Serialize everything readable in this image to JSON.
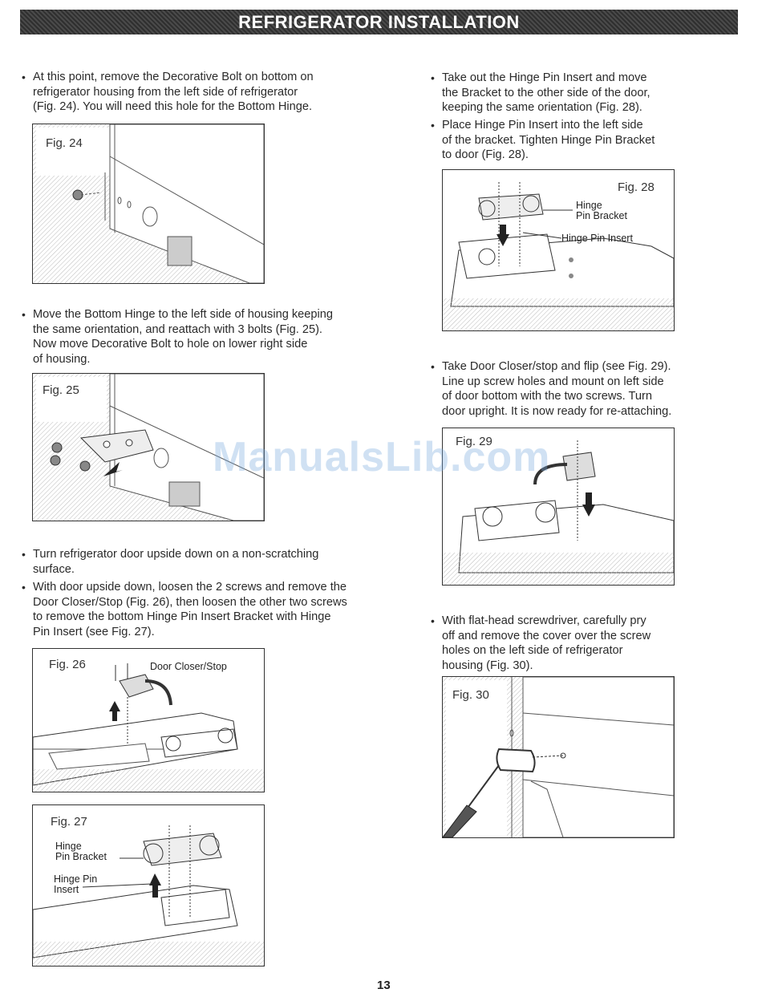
{
  "header": {
    "title": "REFRIGERATOR INSTALLATION"
  },
  "left": {
    "bullet1": [
      "At this point, remove the Decorative Bolt on bottom on",
      "refrigerator housing from the left side of refrigerator",
      "(Fig. 24). You will need this hole for the Bottom Hinge."
    ],
    "fig24": {
      "label": "Fig. 24"
    },
    "bullet2": [
      "Move the Bottom Hinge to the left side of housing keeping",
      "the same orientation, and reattach with 3 bolts (Fig. 25).",
      "Now move Decorative Bolt to hole on lower right side",
      "of housing."
    ],
    "fig25": {
      "label": "Fig. 25"
    },
    "bullet3": [
      "Turn refrigerator door upside down on a non-scratching",
      "surface."
    ],
    "bullet4": [
      "With door upside down, loosen the 2 screws and remove the",
      "Door Closer/Stop (Fig. 26), then loosen the other two screws",
      "to remove the bottom Hinge Pin Insert Bracket with Hinge",
      "Pin Insert (see Fig. 27)."
    ],
    "fig26": {
      "label": "Fig. 26",
      "callout": "Door Closer/Stop"
    },
    "fig27": {
      "label": "Fig. 27",
      "callout_bracket": [
        "Hinge",
        "Pin Bracket"
      ],
      "callout_insert": [
        "Hinge Pin",
        "Insert"
      ]
    }
  },
  "right": {
    "bullet1": [
      "Take out the Hinge Pin Insert and move",
      "the Bracket to the other side of the door,",
      "keeping the same orientation (Fig. 28)."
    ],
    "bullet2": [
      "Place Hinge Pin Insert into the left side",
      "of the bracket. Tighten Hinge Pin Bracket",
      "to door (Fig. 28)."
    ],
    "fig28": {
      "label": "Fig. 28",
      "callout_bracket": [
        "Hinge",
        "Pin Bracket"
      ],
      "callout_insert": "Hinge Pin Insert"
    },
    "bullet3": [
      "Take Door Closer/stop and flip (see Fig. 29).",
      "Line up screw holes and mount on left side",
      "of door bottom with the two screws. Turn",
      "door upright. It is now ready for re-attaching."
    ],
    "fig29": {
      "label": "Fig. 29"
    },
    "bullet4": [
      "With flat-head screwdriver, carefully pry",
      "off and remove the cover over the screw",
      "holes on the left side of refrigerator",
      "housing (Fig. 30)."
    ],
    "fig30": {
      "label": "Fig. 30"
    }
  },
  "bullet_symbol": "•",
  "watermark": "ManualsLib.com",
  "page_number": "13"
}
